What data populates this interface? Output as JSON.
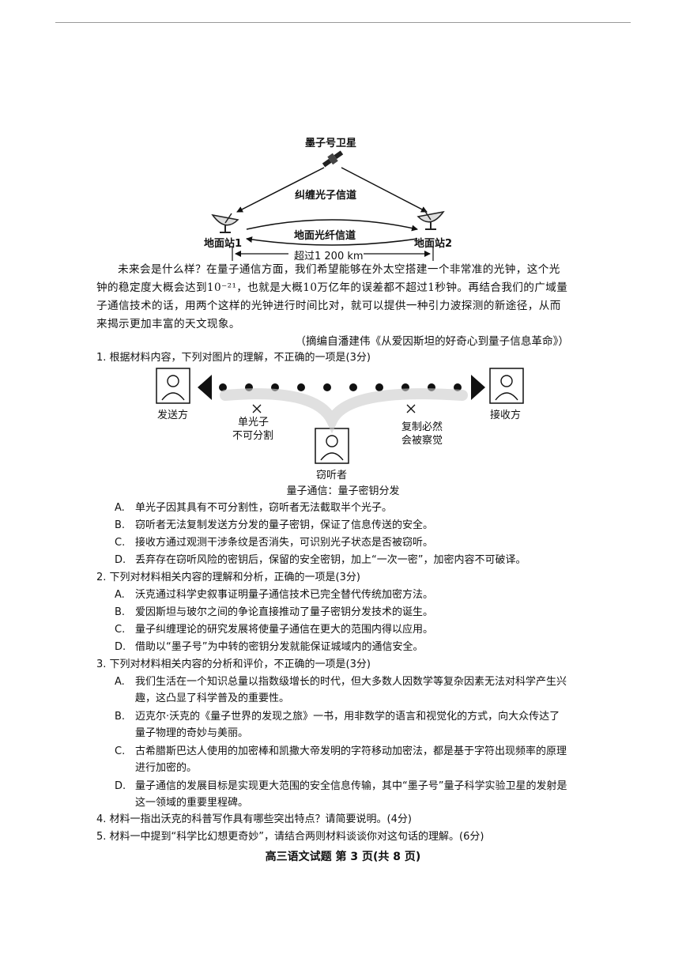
{
  "diagram1": {
    "satellite": "墨子号卫星",
    "entangled_channel": "纠缠光子信道",
    "station1": "地面站1",
    "station2": "地面站2",
    "fiber_channel": "地面光纤信道",
    "distance": "超过1 200 km"
  },
  "passage": "未来会是什么样？在量子通信方面，我们希望能够在外太空搭建一个非常准的光钟，这个光钟的稳定度大概会达到10⁻²¹，也就是大概10万亿年的误差都不超过1秒钟。再结合我们的广域量子通信技术的话，用两个这样的光钟进行时间比对，就可以提供一种引力波探测的新途径，从而来揭示更加丰富的天文现象。",
  "source": "（摘编自潘建伟《从爱因斯坦的好奇心到量子信息革命》）",
  "diagram2": {
    "sender": "发送方",
    "receiver": "接收方",
    "eavesdropper": "窃听者",
    "note_left": [
      "单光子",
      "不可分割"
    ],
    "note_right": [
      "复制必然",
      "会被察觉"
    ],
    "caption": "量子通信：量子密钥分发"
  },
  "questions": [
    {
      "stem": "1. 根据材料内容，下列对图片的理解，不正确的一项是(3分)",
      "options": [
        {
          "label": "A.",
          "text": "单光子因其具有不可分割性，窃听者无法截取半个光子。"
        },
        {
          "label": "B.",
          "text": "窃听者无法复制发送方分发的量子密钥，保证了信息传送的安全。"
        },
        {
          "label": "C.",
          "text": "接收方通过观测干涉条纹是否消失，可识别光子状态是否被窃听。"
        },
        {
          "label": "D.",
          "text": "丢弃存在窃听风险的密钥后，保留的安全密钥，加上“一次一密”，加密内容不可破译。"
        }
      ]
    },
    {
      "stem": "2. 下列对材料相关内容的理解和分析，正确的一项是(3分)",
      "options": [
        {
          "label": "A.",
          "text": "沃克通过科学史叙事证明量子通信技术已完全替代传统加密方法。"
        },
        {
          "label": "B.",
          "text": "爱因斯坦与玻尔之间的争论直接推动了量子密钥分发技术的诞生。"
        },
        {
          "label": "C.",
          "text": "量子纠缠理论的研究发展将使量子通信在更大的范围内得以应用。"
        },
        {
          "label": "D.",
          "text": "借助以“墨子号”为中转的密钥分发就能保证城域内的通信安全。"
        }
      ]
    },
    {
      "stem": "3. 下列对材料相关内容的分析和评价，不正确的一项是(3分)",
      "options": [
        {
          "label": "A.",
          "text": "我们生活在一个知识总量以指数级增长的时代，但大多数人因数学等复杂因素无法对科学产生兴趣，这凸显了科学普及的重要性。"
        },
        {
          "label": "B.",
          "text": "迈克尔·沃克的《量子世界的发现之旅》一书，用非数学的语言和视觉化的方式，向大众传达了量子物理的奇妙与美丽。"
        },
        {
          "label": "C.",
          "text": "古希腊斯巴达人使用的加密棒和凯撒大帝发明的字符移动加密法，都是基于字符出现频率的原理进行加密的。"
        },
        {
          "label": "D.",
          "text": "量子通信的发展目标是实现更大范围的安全信息传输，其中“墨子号”量子科学实验卫星的发射是这一领域的重要里程碑。"
        }
      ]
    }
  ],
  "q4": "4. 材料一指出沃克的科普写作具有哪些突出特点？请简要说明。(4分)",
  "q5": "5. 材料一中提到“科学比幻想更奇妙”，请结合两则材料谈谈你对这句话的理解。(6分)",
  "footer": "高三语文试题 第 3 页(共 8 页)"
}
